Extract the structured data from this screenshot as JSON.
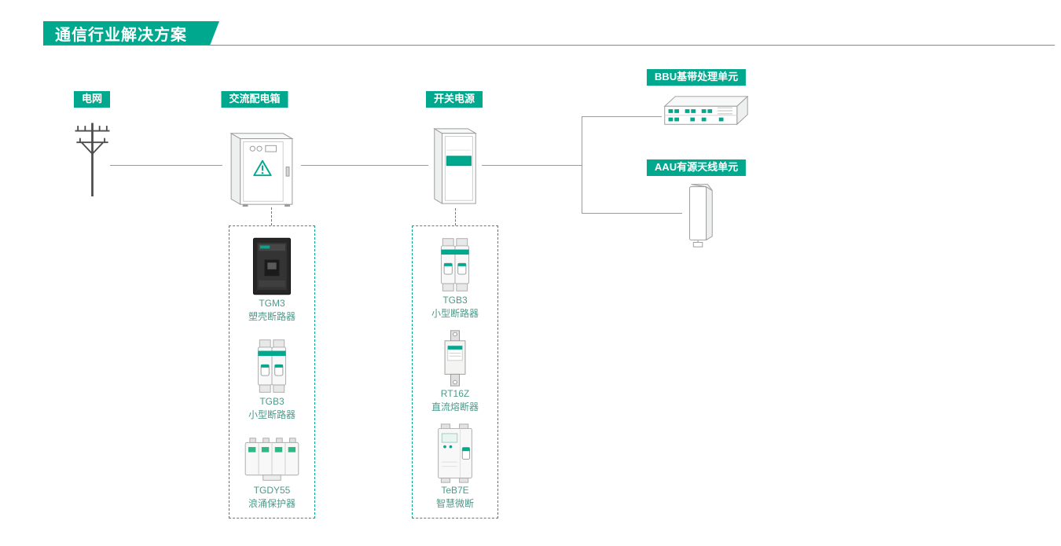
{
  "title": "通信行业解决方案",
  "colors": {
    "accent": "#00A88E",
    "connector_line": "#9B9B9B",
    "product_text": "#4E9A8A",
    "banner_text": "#FFFFFF"
  },
  "nodes": {
    "grid": {
      "label": "电网",
      "icon": "power-pole-icon"
    },
    "ac_box": {
      "label": "交流配电箱",
      "icon": "ac-distribution-cabinet-icon"
    },
    "power": {
      "label": "开关电源",
      "icon": "switching-power-cabinet-icon"
    },
    "bbu": {
      "label": "BBU基带处理单元",
      "icon": "bbu-device-icon"
    },
    "aau": {
      "label": "AAU有源天线单元",
      "icon": "aau-device-icon"
    }
  },
  "product_groups": [
    {
      "parent": "交流配电箱",
      "products": [
        {
          "model": "TGM3",
          "name": "塑壳断路器",
          "icon": "tgm3-mccb-icon"
        },
        {
          "model": "TGB3",
          "name": "小型断路器",
          "icon": "tgb3-mcb-icon"
        },
        {
          "model": "TGDY55",
          "name": "浪涌保护器",
          "icon": "tgdy55-spd-icon"
        }
      ]
    },
    {
      "parent": "开关电源",
      "products": [
        {
          "model": "TGB3",
          "name": "小型断路器",
          "icon": "tgb3-mcb-icon"
        },
        {
          "model": "RT16Z",
          "name": "直流熔断器",
          "icon": "rt16z-fuse-icon"
        },
        {
          "model": "TeB7E",
          "name": "智慧微断",
          "icon": "teb7e-smart-breaker-icon"
        }
      ]
    }
  ]
}
